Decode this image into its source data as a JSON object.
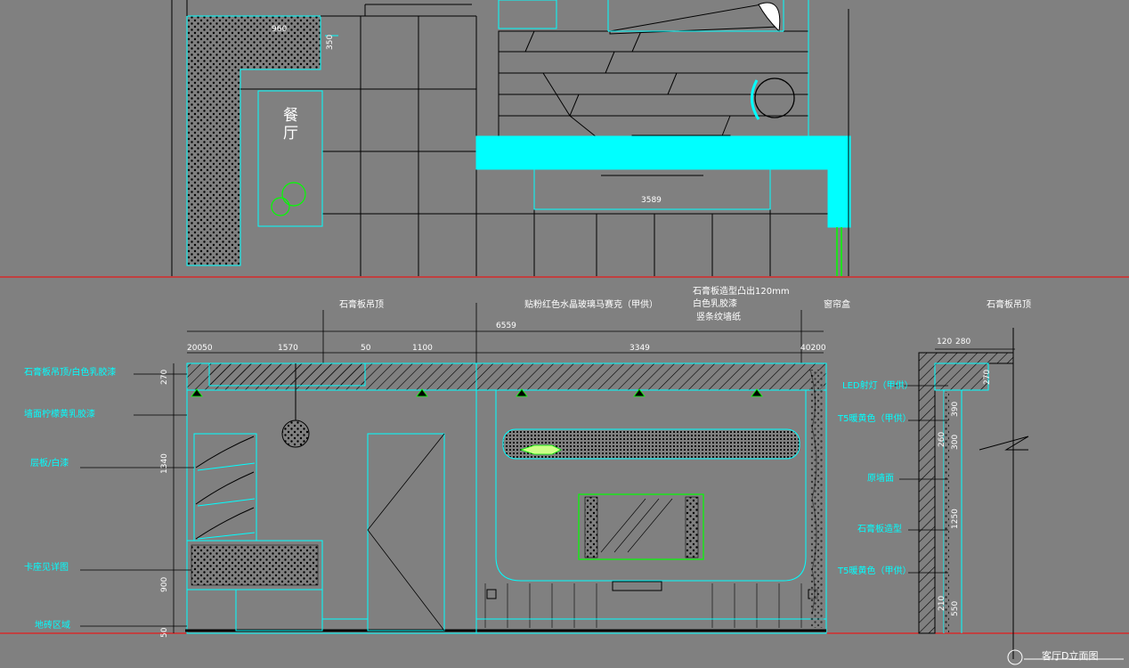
{
  "colors": {
    "background": "#808080",
    "cyan": "#00ffff",
    "white": "#ffffff",
    "black": "#000000",
    "red": "#ff0000",
    "green": "#00ff00"
  },
  "plan": {
    "room_label": "餐厅",
    "dims": {
      "a": "960",
      "b": "350",
      "c": "3589"
    }
  },
  "elevation": {
    "title": "客厅D立面图",
    "top_labels": {
      "ceiling_left": "石膏板吊顶",
      "mosaic": "贴粉红色水晶玻璃马赛克（甲供）",
      "gypsum_model": "石膏板造型凸出120mm",
      "white_paint": "白色乳胶漆",
      "vertical_wallpaper": "竖条纹墙纸",
      "curtain_box": "窗帘盒",
      "ceiling_right": "石膏板吊顶"
    },
    "left_labels": {
      "ceiling_paint": "石膏板吊顶/白色乳胶漆",
      "wall_paint": "墙面柠檬黄乳胶漆",
      "shelf": "层板/白漆",
      "booth": "卡座见详图",
      "floor": "地砖区域"
    },
    "right_labels": {
      "led": "LED射灯（甲供）",
      "t5_top": "T5暖黄色（甲供）",
      "orig_wall": "原墙面",
      "gypsum_shape": "石膏板造型",
      "t5_bottom": "T5暖黄色（甲供）"
    },
    "horizontal_dims": {
      "total": "6559",
      "d1": "20050",
      "d2": "1570",
      "d3": "50",
      "d4": "1100",
      "d5": "3349",
      "d6": "40200",
      "s1": "120",
      "s2": "280"
    },
    "vertical_dims": {
      "v1": "270",
      "v2": "1340",
      "v3": "900",
      "v4": "50",
      "r1": "270",
      "r2": "390",
      "r3": "260",
      "r4": "300",
      "r5": "1250",
      "r6": "210",
      "r7": "550"
    }
  }
}
